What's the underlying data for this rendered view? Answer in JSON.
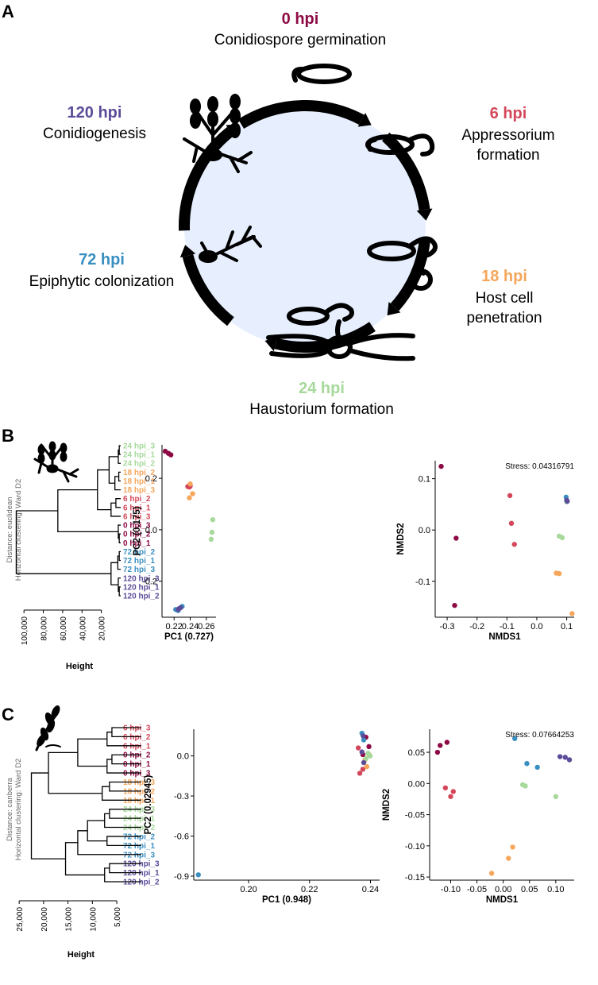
{
  "panels": {
    "A": "A",
    "B": "B",
    "C": "C"
  },
  "colors": {
    "hpi0": "#8e0a45",
    "hpi6": "#d4475b",
    "hpi18": "#f5a65b",
    "hpi24": "#a6d99b",
    "hpi72": "#3a8fc1",
    "hpi120": "#5c4b99",
    "circle_fill": "#e7efff",
    "ring": "#000000"
  },
  "stages": [
    {
      "time": "0 hpi",
      "label_lines": [
        "Conidiospore germination"
      ],
      "color": "#8e0a45"
    },
    {
      "time": "6 hpi",
      "label_lines": [
        "Appressorium",
        "formation"
      ],
      "color": "#d4475b"
    },
    {
      "time": "18 hpi",
      "label_lines": [
        "Host cell",
        "penetration"
      ],
      "color": "#f5a65b"
    },
    {
      "time": "24 hpi",
      "label_lines": [
        "Haustorium formation"
      ],
      "color": "#a6d99b"
    },
    {
      "time": "72 hpi",
      "label_lines": [
        "Epiphytic colonization"
      ],
      "color": "#3a8fc1"
    },
    {
      "time": "120 hpi",
      "label_lines": [
        "Conidiogenesis"
      ],
      "color": "#5c4b99"
    }
  ],
  "chart_data": [
    {
      "id": "B-dendrogram",
      "type": "dendrogram",
      "side_label_lines": [
        "Distance: euclidean",
        "Horizontal clustering: Ward D2"
      ],
      "xlabel": "Height",
      "xticks": [
        100000,
        80000,
        60000,
        40000,
        20000
      ],
      "xtick_labels": [
        "100,000",
        "80,000",
        "60,000",
        "40,000",
        "20,000"
      ],
      "xlim": [
        110000,
        0
      ],
      "leaves": [
        {
          "label": "24 hpi_3",
          "group": "hpi24"
        },
        {
          "label": "24 hpi_1",
          "group": "hpi24"
        },
        {
          "label": "24 hpi_2",
          "group": "hpi24"
        },
        {
          "label": "18 hpi_2",
          "group": "hpi18"
        },
        {
          "label": "18 hpi_1",
          "group": "hpi18"
        },
        {
          "label": "18 hpi_3",
          "group": "hpi18"
        },
        {
          "label": "6 hpi_2",
          "group": "hpi6"
        },
        {
          "label": "6 hpi_1",
          "group": "hpi6"
        },
        {
          "label": "6 hpi_3",
          "group": "hpi6"
        },
        {
          "label": "0 hpi_3",
          "group": "hpi0"
        },
        {
          "label": "0 hpi_2",
          "group": "hpi0"
        },
        {
          "label": "0 hpi_1",
          "group": "hpi0"
        },
        {
          "label": "72 hpi_2",
          "group": "hpi72"
        },
        {
          "label": "72 hpi_1",
          "group": "hpi72"
        },
        {
          "label": "72 hpi_3",
          "group": "hpi72"
        },
        {
          "label": "120 hpi_3",
          "group": "hpi120"
        },
        {
          "label": "120 hpi_1",
          "group": "hpi120"
        },
        {
          "label": "120 hpi_2",
          "group": "hpi120"
        }
      ],
      "merges": [
        [
          0,
          1,
          1500
        ],
        [
          18,
          2,
          2500
        ],
        [
          3,
          4,
          2000
        ],
        [
          20,
          5,
          6000
        ],
        [
          19,
          21,
          12000
        ],
        [
          6,
          7,
          5000
        ],
        [
          23,
          8,
          10000
        ],
        [
          22,
          24,
          24000
        ],
        [
          10,
          11,
          1500
        ],
        [
          9,
          26,
          2500
        ],
        [
          25,
          27,
          65000
        ],
        [
          12,
          13,
          1500
        ],
        [
          29,
          14,
          3000
        ],
        [
          16,
          17,
          1500
        ],
        [
          15,
          31,
          2500
        ],
        [
          30,
          32,
          10000
        ],
        [
          28,
          33,
          108000
        ]
      ]
    },
    {
      "id": "B-pca",
      "type": "scatter",
      "xlabel": "PC1 (0.727)",
      "ylabel": "PC2 (0.175)",
      "xlim": [
        0.205,
        0.272
      ],
      "ylim": [
        -0.34,
        0.33
      ],
      "xticks": [
        0.22,
        0.24,
        0.26
      ],
      "xtick_labels": [
        "0.22",
        "0.24",
        "0.26"
      ],
      "yticks": [
        0.2,
        0.0,
        -0.2
      ],
      "ytick_labels": [
        "0.2",
        "0.0",
        "-0.2"
      ],
      "points": [
        {
          "x": 0.209,
          "y": 0.305,
          "group": "hpi0"
        },
        {
          "x": 0.213,
          "y": 0.297,
          "group": "hpi0"
        },
        {
          "x": 0.216,
          "y": 0.291,
          "group": "hpi0"
        },
        {
          "x": 0.237,
          "y": 0.168,
          "group": "hpi6"
        },
        {
          "x": 0.239,
          "y": 0.166,
          "group": "hpi6"
        },
        {
          "x": 0.24,
          "y": 0.17,
          "group": "hpi6"
        },
        {
          "x": 0.24,
          "y": 0.178,
          "group": "hpi18"
        },
        {
          "x": 0.239,
          "y": 0.124,
          "group": "hpi18"
        },
        {
          "x": 0.243,
          "y": 0.14,
          "group": "hpi18"
        },
        {
          "x": 0.266,
          "y": -0.037,
          "group": "hpi24"
        },
        {
          "x": 0.267,
          "y": -0.01,
          "group": "hpi24"
        },
        {
          "x": 0.268,
          "y": 0.039,
          "group": "hpi24"
        },
        {
          "x": 0.222,
          "y": -0.31,
          "group": "hpi72"
        },
        {
          "x": 0.225,
          "y": -0.314,
          "group": "hpi72"
        },
        {
          "x": 0.23,
          "y": -0.298,
          "group": "hpi72"
        },
        {
          "x": 0.225,
          "y": -0.31,
          "group": "hpi120"
        },
        {
          "x": 0.226,
          "y": -0.307,
          "group": "hpi120"
        },
        {
          "x": 0.228,
          "y": -0.303,
          "group": "hpi120"
        }
      ]
    },
    {
      "id": "B-nmds",
      "type": "scatter",
      "annotation": "Stress: 0.04316791",
      "xlabel": "NMDS1",
      "ylabel": "NMDS2",
      "xlim": [
        -0.34,
        0.125
      ],
      "ylim": [
        -0.17,
        0.135
      ],
      "xticks": [
        -0.3,
        -0.2,
        -0.1,
        0.0,
        0.1
      ],
      "xtick_labels": [
        "-0.3",
        "-0.2",
        "-0.1",
        "0.0",
        "0.1"
      ],
      "yticks": [
        0.1,
        0.0,
        -0.1
      ],
      "ytick_labels": [
        "0.1",
        "0.0",
        "-0.1"
      ],
      "points": [
        {
          "x": -0.32,
          "y": 0.124,
          "group": "hpi0"
        },
        {
          "x": -0.27,
          "y": -0.016,
          "group": "hpi0"
        },
        {
          "x": -0.275,
          "y": -0.147,
          "group": "hpi0"
        },
        {
          "x": -0.09,
          "y": 0.067,
          "group": "hpi6"
        },
        {
          "x": -0.085,
          "y": 0.013,
          "group": "hpi6"
        },
        {
          "x": -0.075,
          "y": -0.028,
          "group": "hpi6"
        },
        {
          "x": 0.065,
          "y": -0.084,
          "group": "hpi18"
        },
        {
          "x": 0.075,
          "y": -0.085,
          "group": "hpi18"
        },
        {
          "x": 0.118,
          "y": -0.163,
          "group": "hpi18"
        },
        {
          "x": 0.075,
          "y": -0.012,
          "group": "hpi24"
        },
        {
          "x": 0.085,
          "y": -0.015,
          "group": "hpi24"
        },
        {
          "x": 0.1,
          "y": 0.055,
          "group": "hpi24"
        },
        {
          "x": 0.098,
          "y": 0.064,
          "group": "hpi72"
        },
        {
          "x": 0.101,
          "y": 0.056,
          "group": "hpi72"
        },
        {
          "x": 0.1,
          "y": 0.058,
          "group": "hpi120"
        },
        {
          "x": 0.102,
          "y": 0.056,
          "group": "hpi120"
        }
      ]
    },
    {
      "id": "C-dendrogram",
      "type": "dendrogram",
      "side_label_lines": [
        "Distance: canberra",
        "Horizontal clustering: Ward D2"
      ],
      "xlabel": "Height",
      "xticks": [
        25000,
        20000,
        15000,
        10000,
        5000
      ],
      "xtick_labels": [
        "25,000",
        "20,000",
        "15,000",
        "10,000",
        "5,000"
      ],
      "xlim": [
        26000,
        4200
      ],
      "leaves": [
        {
          "label": "6 hpi_3",
          "group": "hpi6"
        },
        {
          "label": "6 hpi_2",
          "group": "hpi6"
        },
        {
          "label": "6 hpi_1",
          "group": "hpi6"
        },
        {
          "label": "0 hpi_2",
          "group": "hpi0"
        },
        {
          "label": "0 hpi_1",
          "group": "hpi0"
        },
        {
          "label": "0 hpi_3",
          "group": "hpi0"
        },
        {
          "label": "18 hpi_3",
          "group": "hpi18"
        },
        {
          "label": "18 hpi_2",
          "group": "hpi18"
        },
        {
          "label": "18 hpi_1",
          "group": "hpi18"
        },
        {
          "label": "24 hpi_3",
          "group": "hpi24"
        },
        {
          "label": "24 hpi_1",
          "group": "hpi24"
        },
        {
          "label": "24 hpi_2",
          "group": "hpi24"
        },
        {
          "label": "72 hpi_2",
          "group": "hpi72"
        },
        {
          "label": "72 hpi_1",
          "group": "hpi72"
        },
        {
          "label": "72 hpi_3",
          "group": "hpi72"
        },
        {
          "label": "120 hpi_3",
          "group": "hpi120"
        },
        {
          "label": "120 hpi_1",
          "group": "hpi120"
        },
        {
          "label": "120 hpi_2",
          "group": "hpi120"
        }
      ],
      "merges": [
        [
          0,
          1,
          6000
        ],
        [
          18,
          2,
          7000
        ],
        [
          3,
          4,
          6000
        ],
        [
          20,
          5,
          7000
        ],
        [
          19,
          21,
          13000
        ],
        [
          6,
          7,
          6500
        ],
        [
          23,
          8,
          8000
        ],
        [
          22,
          24,
          19000
        ],
        [
          9,
          10,
          6500
        ],
        [
          26,
          11,
          7500
        ],
        [
          12,
          13,
          7000
        ],
        [
          27,
          28,
          11000
        ],
        [
          29,
          14,
          13000
        ],
        [
          15,
          16,
          6500
        ],
        [
          31,
          17,
          7500
        ],
        [
          30,
          32,
          15500
        ],
        [
          25,
          33,
          22500
        ]
      ]
    },
    {
      "id": "C-pca",
      "type": "scatter",
      "xlabel": "PC1 (0.948)",
      "ylabel": "PC2 (0.02945)",
      "xlim": [
        0.182,
        0.243
      ],
      "ylim": [
        -0.93,
        0.2
      ],
      "xticks": [
        0.2,
        0.22,
        0.24
      ],
      "xtick_labels": [
        "0.20",
        "0.22",
        "0.24"
      ],
      "yticks": [
        0.0,
        -0.3,
        -0.6,
        -0.9
      ],
      "ytick_labels": [
        "0.0",
        "-0.3",
        "-0.6",
        "-0.9"
      ],
      "points": [
        {
          "x": 0.2385,
          "y": 0.14,
          "group": "hpi0"
        },
        {
          "x": 0.2395,
          "y": 0.07,
          "group": "hpi0"
        },
        {
          "x": 0.2375,
          "y": 0.01,
          "group": "hpi0"
        },
        {
          "x": 0.236,
          "y": 0.06,
          "group": "hpi6"
        },
        {
          "x": 0.2365,
          "y": -0.13,
          "group": "hpi6"
        },
        {
          "x": 0.2375,
          "y": -0.1,
          "group": "hpi6"
        },
        {
          "x": 0.2382,
          "y": -0.03,
          "group": "hpi18"
        },
        {
          "x": 0.2388,
          "y": -0.08,
          "group": "hpi18"
        },
        {
          "x": 0.2395,
          "y": 0.01,
          "group": "hpi18"
        },
        {
          "x": 0.2385,
          "y": -0.02,
          "group": "hpi24"
        },
        {
          "x": 0.2392,
          "y": 0.02,
          "group": "hpi24"
        },
        {
          "x": 0.2399,
          "y": 0.0,
          "group": "hpi24"
        },
        {
          "x": 0.2372,
          "y": 0.17,
          "group": "hpi72"
        },
        {
          "x": 0.2378,
          "y": 0.12,
          "group": "hpi72"
        },
        {
          "x": 0.1835,
          "y": -0.89,
          "group": "hpi72"
        },
        {
          "x": 0.2376,
          "y": 0.15,
          "group": "hpi120"
        },
        {
          "x": 0.2372,
          "y": 0.03,
          "group": "hpi120"
        },
        {
          "x": 0.2378,
          "y": -0.05,
          "group": "hpi120"
        }
      ]
    },
    {
      "id": "C-nmds",
      "type": "scatter",
      "annotation": "Stress: 0.07664253",
      "xlabel": "NMDS1",
      "ylabel": "NMDS2",
      "xlim": [
        -0.14,
        0.135
      ],
      "ylim": [
        -0.155,
        0.087
      ],
      "xticks": [
        -0.1,
        -0.05,
        0.0,
        0.05,
        0.1
      ],
      "xtick_labels": [
        "-0.10",
        "-0.05",
        "0.00",
        "0.05",
        "0.10"
      ],
      "yticks": [
        0.05,
        0.0,
        -0.05,
        -0.1,
        -0.15
      ],
      "ytick_labels": [
        "0.05",
        "0.00",
        "-0.05",
        "-0.10",
        "-0.15"
      ],
      "points": [
        {
          "x": -0.125,
          "y": 0.05,
          "group": "hpi0"
        },
        {
          "x": -0.12,
          "y": 0.061,
          "group": "hpi0"
        },
        {
          "x": -0.107,
          "y": 0.066,
          "group": "hpi0"
        },
        {
          "x": -0.11,
          "y": -0.007,
          "group": "hpi6"
        },
        {
          "x": -0.1,
          "y": -0.021,
          "group": "hpi6"
        },
        {
          "x": -0.095,
          "y": -0.013,
          "group": "hpi6"
        },
        {
          "x": -0.022,
          "y": -0.144,
          "group": "hpi18"
        },
        {
          "x": 0.01,
          "y": -0.12,
          "group": "hpi18"
        },
        {
          "x": 0.018,
          "y": -0.102,
          "group": "hpi18"
        },
        {
          "x": 0.037,
          "y": -0.002,
          "group": "hpi24"
        },
        {
          "x": 0.042,
          "y": -0.004,
          "group": "hpi24"
        },
        {
          "x": 0.1,
          "y": -0.021,
          "group": "hpi24"
        },
        {
          "x": 0.022,
          "y": 0.072,
          "group": "hpi72"
        },
        {
          "x": 0.045,
          "y": 0.032,
          "group": "hpi72"
        },
        {
          "x": 0.065,
          "y": 0.026,
          "group": "hpi72"
        },
        {
          "x": 0.108,
          "y": 0.043,
          "group": "hpi120"
        },
        {
          "x": 0.118,
          "y": 0.042,
          "group": "hpi120"
        },
        {
          "x": 0.126,
          "y": 0.038,
          "group": "hpi120"
        }
      ]
    }
  ]
}
